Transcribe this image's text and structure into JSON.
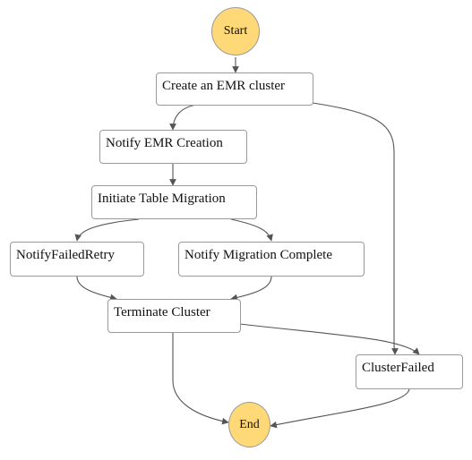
{
  "colors": {
    "terminal_fill": "#ffd878",
    "node_border": "#9a9a9a",
    "edge": "#555555"
  },
  "nodes": {
    "start": "Start",
    "create_emr": "Create an EMR cluster",
    "notify_emr": "Notify EMR Creation",
    "initiate_migration": "Initiate Table Migration",
    "notify_failed_retry": "NotifyFailedRetry",
    "notify_migration_complete": "Notify Migration Complete",
    "terminate_cluster": "Terminate Cluster",
    "cluster_failed": "ClusterFailed",
    "end": "End"
  },
  "edges": [
    [
      "start",
      "create_emr"
    ],
    [
      "create_emr",
      "notify_emr"
    ],
    [
      "create_emr",
      "cluster_failed"
    ],
    [
      "notify_emr",
      "initiate_migration"
    ],
    [
      "initiate_migration",
      "notify_failed_retry"
    ],
    [
      "initiate_migration",
      "notify_migration_complete"
    ],
    [
      "notify_failed_retry",
      "terminate_cluster"
    ],
    [
      "notify_migration_complete",
      "terminate_cluster"
    ],
    [
      "terminate_cluster",
      "cluster_failed"
    ],
    [
      "terminate_cluster",
      "end"
    ],
    [
      "cluster_failed",
      "end"
    ]
  ]
}
